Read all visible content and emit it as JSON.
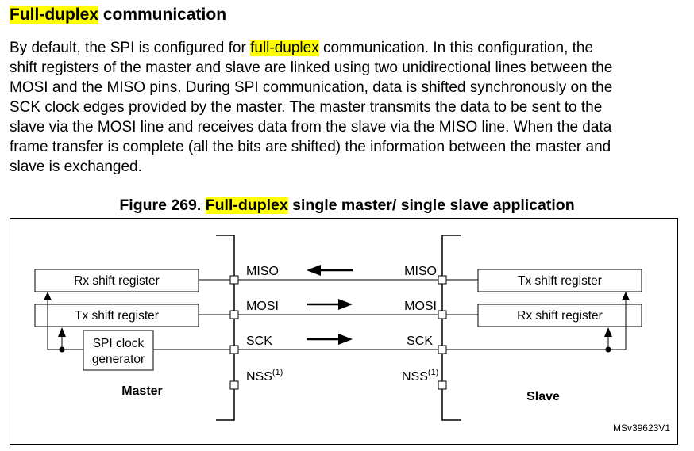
{
  "section": {
    "heading_highlight": "Full-duplex",
    "heading_rest": " communication"
  },
  "paragraph": {
    "line1_a": "By default, the SPI is configured for ",
    "line1_hl": "full-duplex",
    "line1_b": " communication. In this configuration, the",
    "line2": "shift registers of the master and slave are linked using two unidirectional lines between the",
    "line3": "MOSI and the MISO pins. During SPI communication, data is shifted synchronously on the",
    "line4": "SCK clock edges provided by the master. The master transmits the data to be sent to the",
    "line5": "slave via the MOSI line and receives data from the slave via the MISO line. When the data",
    "line6": "frame transfer is complete (all the bits are shifted) the information between the master and",
    "line7": "slave is exchanged."
  },
  "figure": {
    "caption_prefix": "Figure 269. ",
    "caption_highlight": "Full-duplex",
    "caption_rest": " single master/ single slave application",
    "master": {
      "label": "Master",
      "rx_shift_register": "Rx shift register",
      "tx_shift_register": "Tx shift register",
      "clock_line1": "SPI clock",
      "clock_line2": "generator"
    },
    "slave": {
      "label": "Slave",
      "tx_shift_register": "Tx shift register",
      "rx_shift_register": "Rx shift register"
    },
    "pins": {
      "miso": "MISO",
      "mosi": "MOSI",
      "sck": "SCK",
      "nss": "NSS",
      "nss_note": "(1)"
    },
    "reference": "MSv39623V1"
  }
}
